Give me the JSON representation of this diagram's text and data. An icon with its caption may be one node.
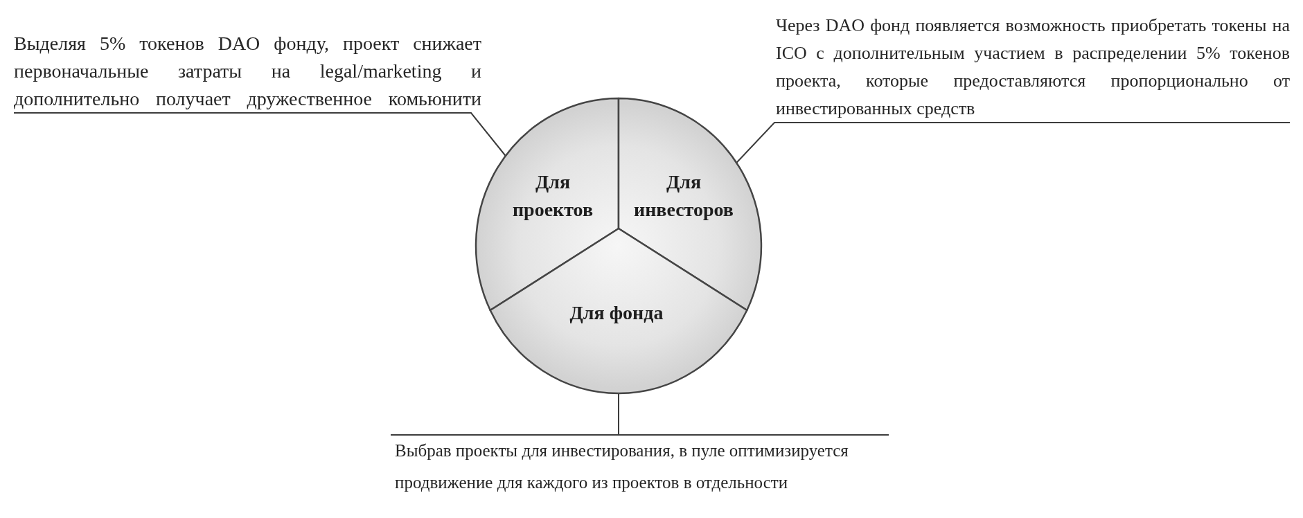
{
  "diagram": {
    "nodes": [
      {
        "text": [
          "Выделяя 5% токенов DAO фонду, проект снижает первоначальные затраты на legal/marketing и дополнительно получает дружественное комьюнити"
        ]
      },
      {
        "text": [
          "Через DAO фонд появляется возможность приобретать токены на ICO с дополнительным участием в распределении 5% токенов проекта, которые предоставляются пропорционально от инвестированных средств"
        ]
      },
      {
        "text": [
          "Для проектов"
        ]
      },
      {
        "text": [
          "Для инвесторов"
        ]
      },
      {
        "text": [
          "Для фонда"
        ]
      },
      {
        "text": [
          "Выбрав проекты для инвестирования, в пуле оптимизируется продвижение для каждого из проектов в отдельности"
        ]
      }
    ],
    "edges": [
      {
        "from": 0,
        "to": 2,
        "arrow": "none"
      },
      {
        "from": 1,
        "to": 3,
        "arrow": "none"
      },
      {
        "from": 5,
        "to": 4,
        "arrow": "none"
      }
    ]
  }
}
